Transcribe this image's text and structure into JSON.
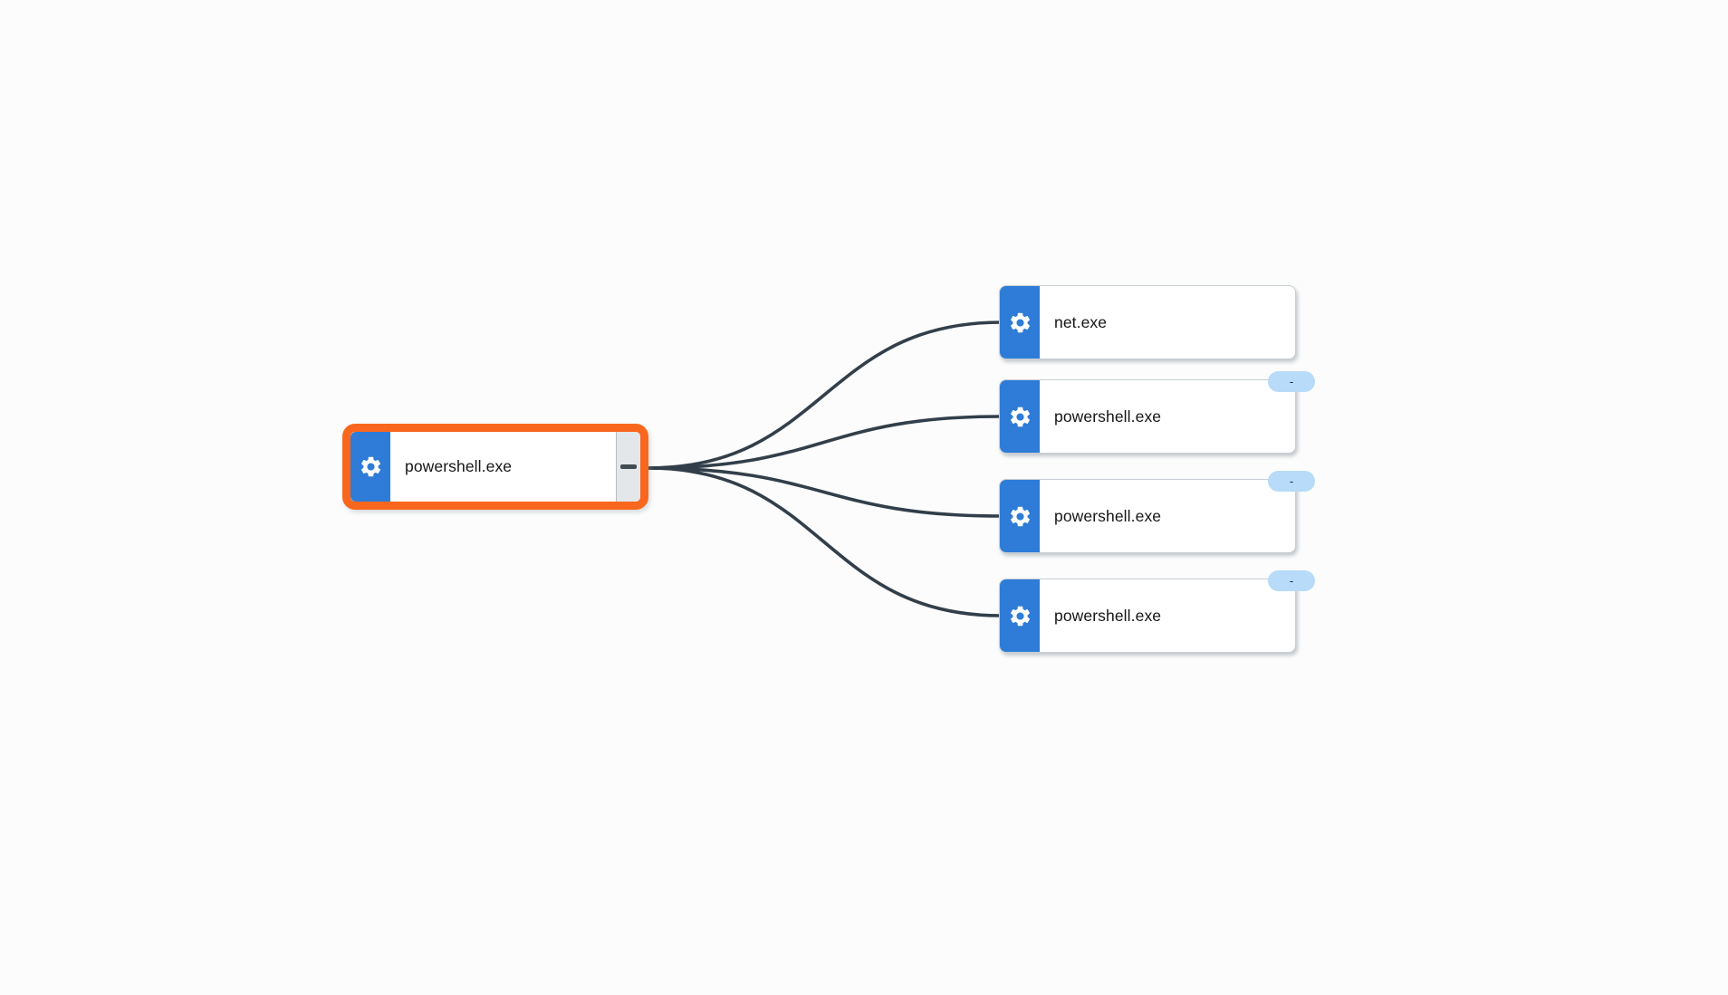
{
  "colors": {
    "canvas_bg": "#FCFCFC",
    "accent_orange": "#F8671D",
    "icon_blue": "#2E7CD7",
    "edge_color": "#323F4A",
    "badge_blue": "#B7DBF8"
  },
  "root": {
    "label": "powershell.exe",
    "icon": "gear-icon",
    "selected": true,
    "collapse_icon": "minus"
  },
  "children": [
    {
      "label": "net.exe",
      "icon": "gear-icon",
      "badge": null
    },
    {
      "label": "powershell.exe",
      "icon": "gear-icon",
      "badge": "-"
    },
    {
      "label": "powershell.exe",
      "icon": "gear-icon",
      "badge": "-"
    },
    {
      "label": "powershell.exe",
      "icon": "gear-icon",
      "badge": "-"
    }
  ]
}
